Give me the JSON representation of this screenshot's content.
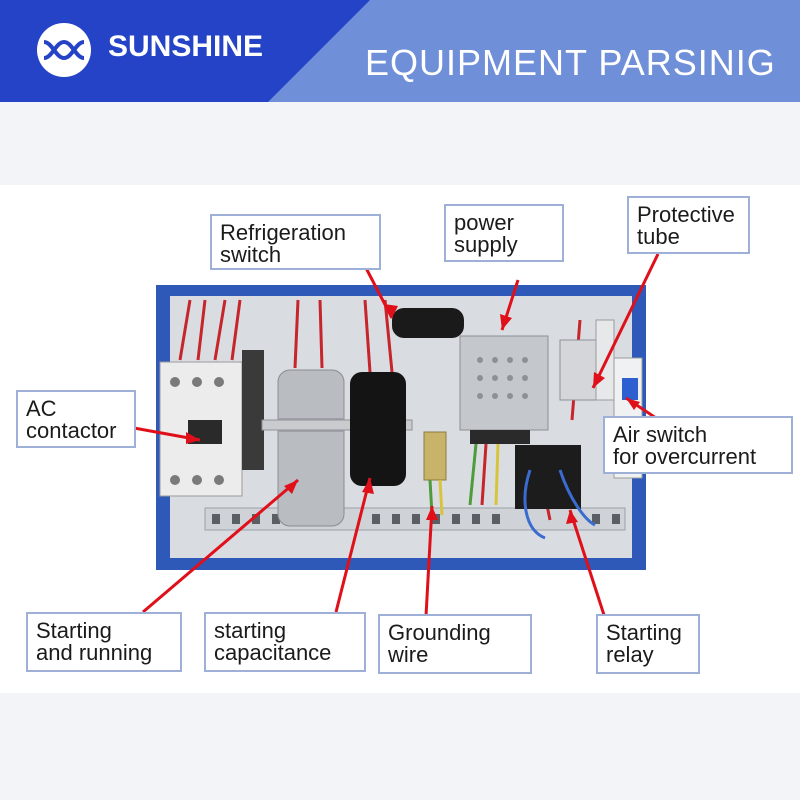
{
  "header": {
    "brand": "SUNSHINE",
    "title": "EQUIPMENT PARSINIG",
    "logo_icon": "sunshine-logo-icon"
  },
  "colors": {
    "header_dark": "#2443c6",
    "header_light": "#6f8fd9",
    "arrow": "#e0101a",
    "label_border": "#9fb0d8",
    "panel_frame": "#2f59b8"
  },
  "labels": {
    "refrigeration_switch": "Refrigeration\nswitch",
    "power_supply": "power\nsupply",
    "protective_tube": "Protective\ntube",
    "ac_contactor": "AC\ncontactor",
    "air_switch": "Air  switch\nfor  overcurrent",
    "starting_running": "Starting\nand  running",
    "starting_capacitance": "starting\ncapacitance",
    "grounding_wire": "Grounding\nwire",
    "starting_relay": "Starting\nrelay"
  }
}
